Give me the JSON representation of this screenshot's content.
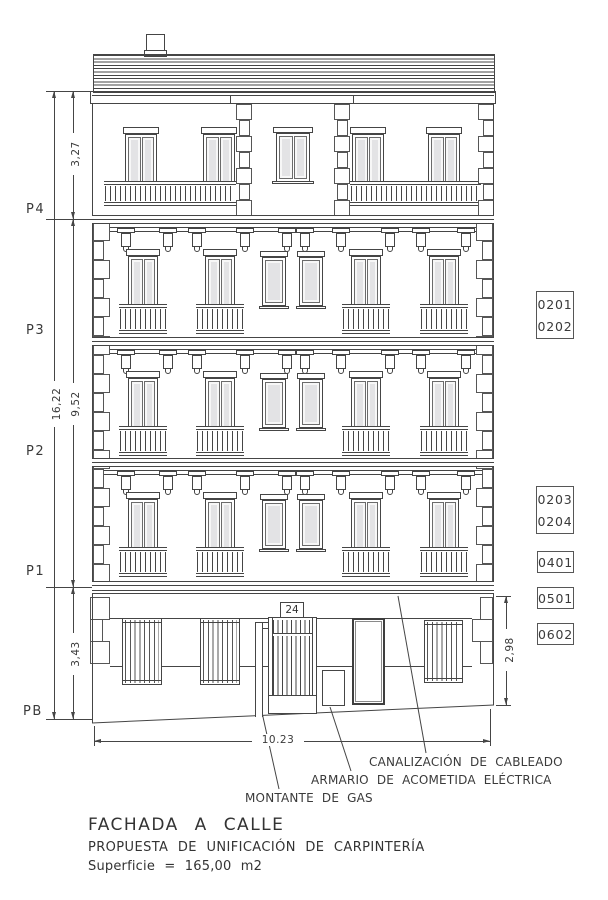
{
  "title_block": {
    "title": "FACHADA A CALLE",
    "subtitle": "PROPUESTA DE UNIFICACIÓN DE CARPINTERÍA",
    "surface": "Superficie = 165,00 m2"
  },
  "floors": [
    "P4",
    "P3",
    "P2",
    "P1",
    "PB"
  ],
  "dimensions": {
    "attic_height": "3,27",
    "total_height": "16,22",
    "upper_floors_height": "9,52",
    "ground_floor_height": "3,43",
    "ground_right_height": "2,98",
    "facade_width": "10.23"
  },
  "door_number": "24",
  "unit_codes": [
    [
      "0201",
      "0202"
    ],
    [
      "0203",
      "0204"
    ],
    [
      "0401"
    ],
    [
      "0501"
    ],
    [
      "0602"
    ]
  ],
  "annotations": [
    "CANALIZACIÓN DE CABLEADO",
    "ARMARIO DE ACOMETIDA ELÉCTRICA",
    "MONTANTE DE GAS"
  ],
  "colors": {
    "line": "#454545",
    "glass": "#e3e3e5",
    "background": "#ffffff"
  }
}
